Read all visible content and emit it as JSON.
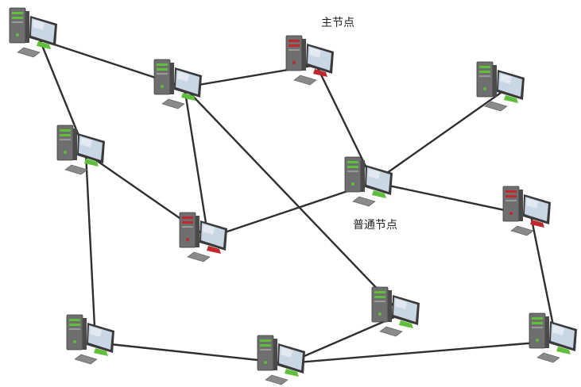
{
  "labels": {
    "main_node": "主节点",
    "normal_node": "普通节点"
  },
  "node_types": {
    "main": {
      "accent": "#c0282d"
    },
    "normal": {
      "accent": "#5fbf3a"
    }
  },
  "nodes": [
    {
      "id": "n1",
      "type": "normal"
    },
    {
      "id": "n2",
      "type": "normal"
    },
    {
      "id": "n3",
      "type": "main"
    },
    {
      "id": "n4",
      "type": "normal"
    },
    {
      "id": "n5",
      "type": "normal"
    },
    {
      "id": "n6",
      "type": "normal"
    },
    {
      "id": "n7",
      "type": "main"
    },
    {
      "id": "n8",
      "type": "main"
    },
    {
      "id": "n9",
      "type": "normal"
    },
    {
      "id": "n10",
      "type": "normal"
    },
    {
      "id": "n11",
      "type": "normal"
    },
    {
      "id": "n12",
      "type": "normal"
    }
  ],
  "edges": [
    [
      "n1",
      "n2"
    ],
    [
      "n1",
      "n5"
    ],
    [
      "n2",
      "n3"
    ],
    [
      "n2",
      "n8"
    ],
    [
      "n2",
      "n9"
    ],
    [
      "n3",
      "n6"
    ],
    [
      "n4",
      "n6"
    ],
    [
      "n5",
      "n8"
    ],
    [
      "n5",
      "n10"
    ],
    [
      "n6",
      "n8"
    ],
    [
      "n6",
      "n7"
    ],
    [
      "n7",
      "n12"
    ],
    [
      "n10",
      "n11"
    ],
    [
      "n11",
      "n9"
    ],
    [
      "n11",
      "n12"
    ]
  ]
}
